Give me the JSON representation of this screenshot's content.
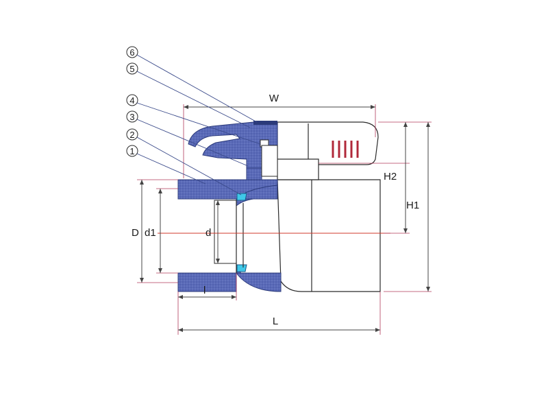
{
  "diagram": {
    "part_numbers": [
      "6",
      "5",
      "4",
      "3",
      "2",
      "1"
    ],
    "dimensions": {
      "W": "W",
      "H2": "H2",
      "H1": "H1",
      "D": "D",
      "d1": "d1",
      "d": "d",
      "l": "l",
      "L": "L"
    },
    "colors": {
      "section_fill": "#5a6ab8",
      "seal_color": "#3fc8e8",
      "centerline": "#d0392b",
      "extension_lines": "#b03a5a",
      "leader_lines": "#3a4a8a"
    }
  }
}
